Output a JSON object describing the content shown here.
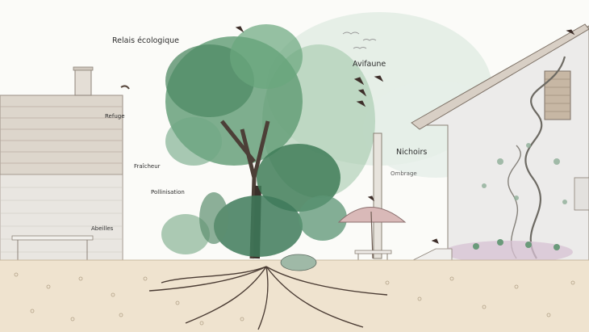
{
  "scene": {
    "description_labels": {
      "relais": "Relais écologique",
      "avifaune": "Avifaune",
      "refuge": "Refuge",
      "fraicheur": "Fraîcheur",
      "pollinisation": "Pollinisation",
      "nichoirs": "Nichoirs",
      "ombrage": "Ombrage",
      "abeilles": "Abeilles"
    },
    "colors": {
      "ground": "#efe3cf",
      "wood_siding": "#dcd4c9",
      "tree_green": "#3f7d58",
      "wall": "#ededec",
      "roof_edge": "#8a7c6e",
      "umbrella": "#d9b9b8"
    }
  }
}
